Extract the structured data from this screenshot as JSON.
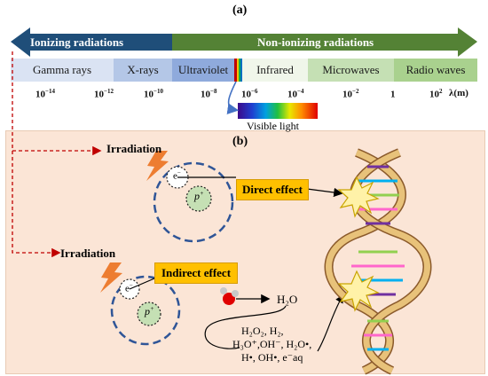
{
  "panel_a": {
    "label": "(a)",
    "ionizing": "Ionizing radiations",
    "non_ionizing": "Non-ionizing radiations",
    "bands": [
      "Gamma rays",
      "X-rays",
      "Ultraviolet",
      "Infrared",
      "Microwaves",
      "Radio waves"
    ],
    "ticks": [
      {
        "base": "10",
        "exp": "−14"
      },
      {
        "base": "10",
        "exp": "−12"
      },
      {
        "base": "10",
        "exp": "−10"
      },
      {
        "base": "10",
        "exp": "−8"
      },
      {
        "base": "10",
        "exp": "−6"
      },
      {
        "base": "10",
        "exp": "−4"
      },
      {
        "base": "10",
        "exp": "−2"
      },
      {
        "base": "1",
        "exp": ""
      },
      {
        "base": "10",
        "exp": "2"
      }
    ],
    "unit": "λ(m)",
    "visible_light": "Visible light",
    "colors": {
      "ionizing": "#1f4e79",
      "non_ionizing": "#548235"
    }
  },
  "panel_b": {
    "label": "(b)",
    "irradiation_1": "Irradiation",
    "irradiation_2": "Irradiation",
    "electron": "e",
    "electron_sign": "−",
    "proton": "p",
    "proton_sign": "+",
    "direct_effect": "Direct effect",
    "indirect_effect": "Indirect effect",
    "h2o": "H₂O",
    "products_line1": "H₂O₂, H₂,",
    "products_line2": "H₃O⁺,OH⁻, H₂O•,",
    "products_line3": "H•, OH•, e⁻aq",
    "colors": {
      "box": "#ffc000",
      "background": "#fbe5d6"
    }
  }
}
